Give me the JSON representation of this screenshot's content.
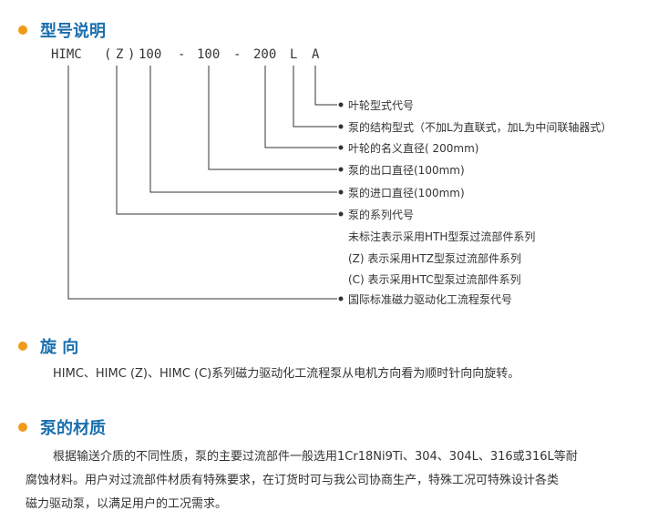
{
  "sections": {
    "model": {
      "title": "型号说明"
    },
    "rotation": {
      "title": "旋 向",
      "text": "HIMC、HIMC (Z)、HIMC (C)系列磁力驱动化工流程泵从电机方向看为顺时针向向旋转。"
    },
    "material": {
      "title": "泵的材质",
      "lines": [
        "根据输送介质的不同性质，泵的主要过流部件一般选用1Cr18Ni9Ti、304、304L、316或316L等耐",
        "腐蚀材料。用户对过流部件材质有特殊要求，在订货时可与我公司协商生产，特殊工况可特殊设计各类",
        "磁力驱动泵，以满足用户的工况需求。"
      ]
    }
  },
  "code": {
    "parts": [
      "HIMC",
      "(",
      "Z",
      ")",
      "100",
      "-",
      "100",
      "-",
      "200",
      "L",
      "A"
    ]
  },
  "labels": [
    "叶轮型式代号",
    "泵的结构型式（不加L为直联式，加L为中间联轴器式）",
    "叶轮的名义直径( 200mm)",
    "泵的出口直径(100mm)",
    "泵的进口直径(100mm)",
    "泵的系列代号",
    "未标注表示采用HTH型泵过流部件系列",
    "(Z) 表示采用HTZ型泵过流部件系列",
    "(C) 表示采用HTC型泵过流部件系列",
    "国际标准磁力驱动化工流程泵代号"
  ],
  "colors": {
    "title": "#1a6fae",
    "bullet": "#f09a1a",
    "text": "#333333"
  }
}
